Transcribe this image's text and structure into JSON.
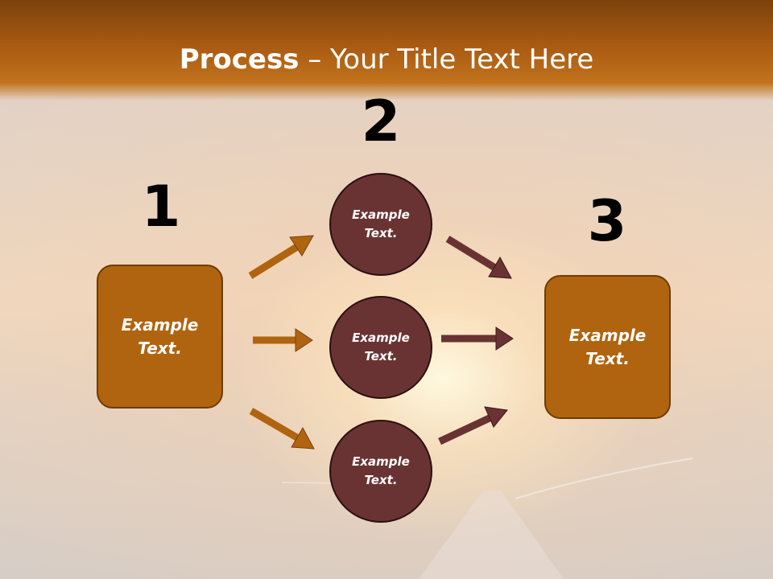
{
  "slide": {
    "title_bold": "Process",
    "title_rest": " – Your Title Text Here"
  },
  "steps": {
    "step1_number": "1",
    "step2_number": "2",
    "step3_number": "3"
  },
  "boxes": {
    "left_text": "Example Text.",
    "right_text": "Example Text."
  },
  "circles": {
    "top_text": "Example Text.",
    "middle_text": "Example Text.",
    "bottom_text": "Example Text."
  },
  "colors": {
    "header": "#a95a12",
    "box_fill": "#b0640f",
    "circle_fill": "#6a3333",
    "arrow_orange": "#b0640f",
    "arrow_maroon": "#6a3333"
  }
}
